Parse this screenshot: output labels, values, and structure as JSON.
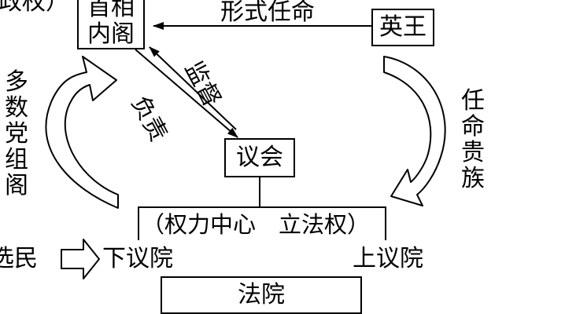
{
  "labels": {
    "cut_left": "政权）",
    "cabinet_top": "首相",
    "cabinet_bottom": "内阁",
    "formal_appoint": "形式任命",
    "king": "英王",
    "responsible": "负责",
    "supervise": "监督",
    "parliament": "议会",
    "majority_party": "多数党组阁",
    "appoint_nobles": "任命贵族",
    "power_center": "（权力中心　立法权）",
    "voters": "选民",
    "lower_house": "下议院",
    "upper_house": "上议院",
    "court": "法院"
  }
}
